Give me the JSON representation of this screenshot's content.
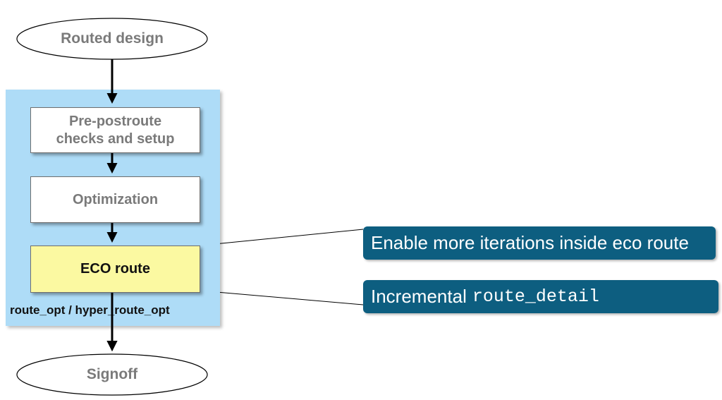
{
  "flow": {
    "start": "Routed design",
    "container_label": "route_opt / hyper_route_opt",
    "steps": [
      {
        "line1": "Pre-postroute",
        "line2": "checks and setup"
      },
      {
        "line1": "Optimization"
      },
      {
        "line1": "ECO route"
      }
    ],
    "end": "Signoff"
  },
  "callouts": {
    "iterations": "Enable more iterations inside eco route",
    "incremental_prefix": "Incremental",
    "incremental_command": "route_detail"
  },
  "colors": {
    "panel": "#aedcf7",
    "highlight_box": "#fbf9a1",
    "callout": "#0d5e80",
    "muted_text": "#7a7a7a"
  }
}
